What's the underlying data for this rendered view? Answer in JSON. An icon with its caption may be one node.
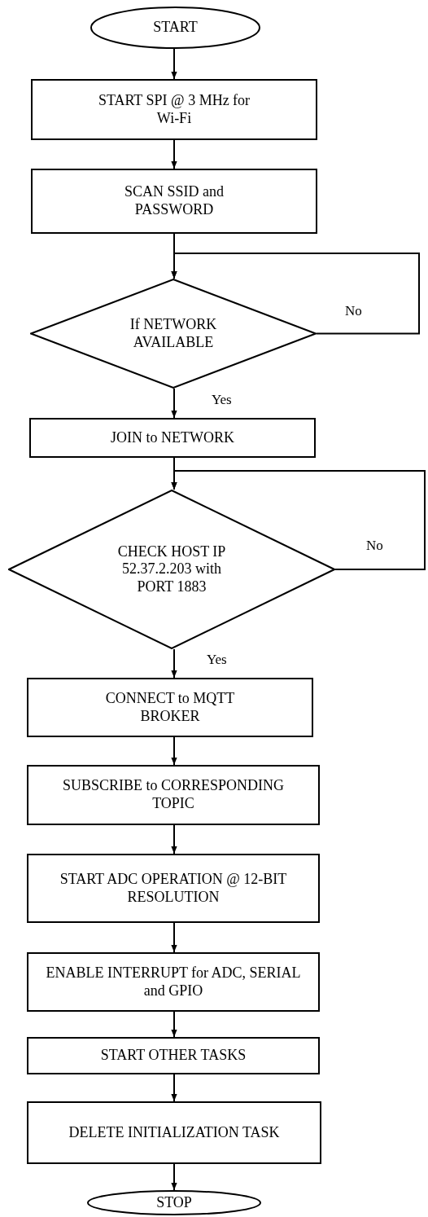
{
  "diagram": {
    "nodes": [
      {
        "text": [
          "START"
        ]
      },
      {
        "text": [
          "START SPI @ 3 MHz for Wi-Fi"
        ]
      },
      {
        "text": [
          "SCAN SSID and PASSWORD"
        ]
      },
      {
        "text": [
          "If NETWORK AVAILABLE"
        ]
      },
      {
        "text": [
          "JOIN to NETWORK"
        ]
      },
      {
        "text": [
          "CHECK HOST IP 52.37.2.203 with PORT 1883"
        ]
      },
      {
        "text": [
          "CONNECT to MQTT BROKER"
        ]
      },
      {
        "text": [
          "SUBSCRIBE to CORRESPONDING TOPIC"
        ]
      },
      {
        "text": [
          "START ADC OPERATION @ 12-BIT RESOLUTION"
        ]
      },
      {
        "text": [
          "ENABLE INTERRUPT for ADC, SERIAL and GPIO"
        ]
      },
      {
        "text": [
          "START OTHER TASKS"
        ]
      },
      {
        "text": [
          "DELETE INITIALIZATION TASK"
        ]
      },
      {
        "text": [
          "STOP"
        ]
      }
    ],
    "edges": [
      {
        "from": 0,
        "to": 1,
        "arrow": "to"
      },
      {
        "from": 1,
        "to": 2,
        "arrow": "to"
      },
      {
        "from": 2,
        "to": 3,
        "arrow": "to"
      },
      {
        "from": 3,
        "to": 3,
        "label": "No",
        "arrow": "to"
      },
      {
        "from": 3,
        "to": 4,
        "label": "Yes",
        "arrow": "to"
      },
      {
        "from": 4,
        "to": 5,
        "arrow": "to"
      },
      {
        "from": 5,
        "to": 5,
        "label": "No",
        "arrow": "to"
      },
      {
        "from": 5,
        "to": 6,
        "label": "Yes",
        "arrow": "to"
      },
      {
        "from": 6,
        "to": 7,
        "arrow": "to"
      },
      {
        "from": 7,
        "to": 8,
        "arrow": "to"
      },
      {
        "from": 8,
        "to": 9,
        "arrow": "to"
      },
      {
        "from": 9,
        "to": 10,
        "arrow": "to"
      },
      {
        "from": 10,
        "to": 11,
        "arrow": "to"
      },
      {
        "from": 11,
        "to": 12,
        "arrow": "to"
      }
    ]
  }
}
